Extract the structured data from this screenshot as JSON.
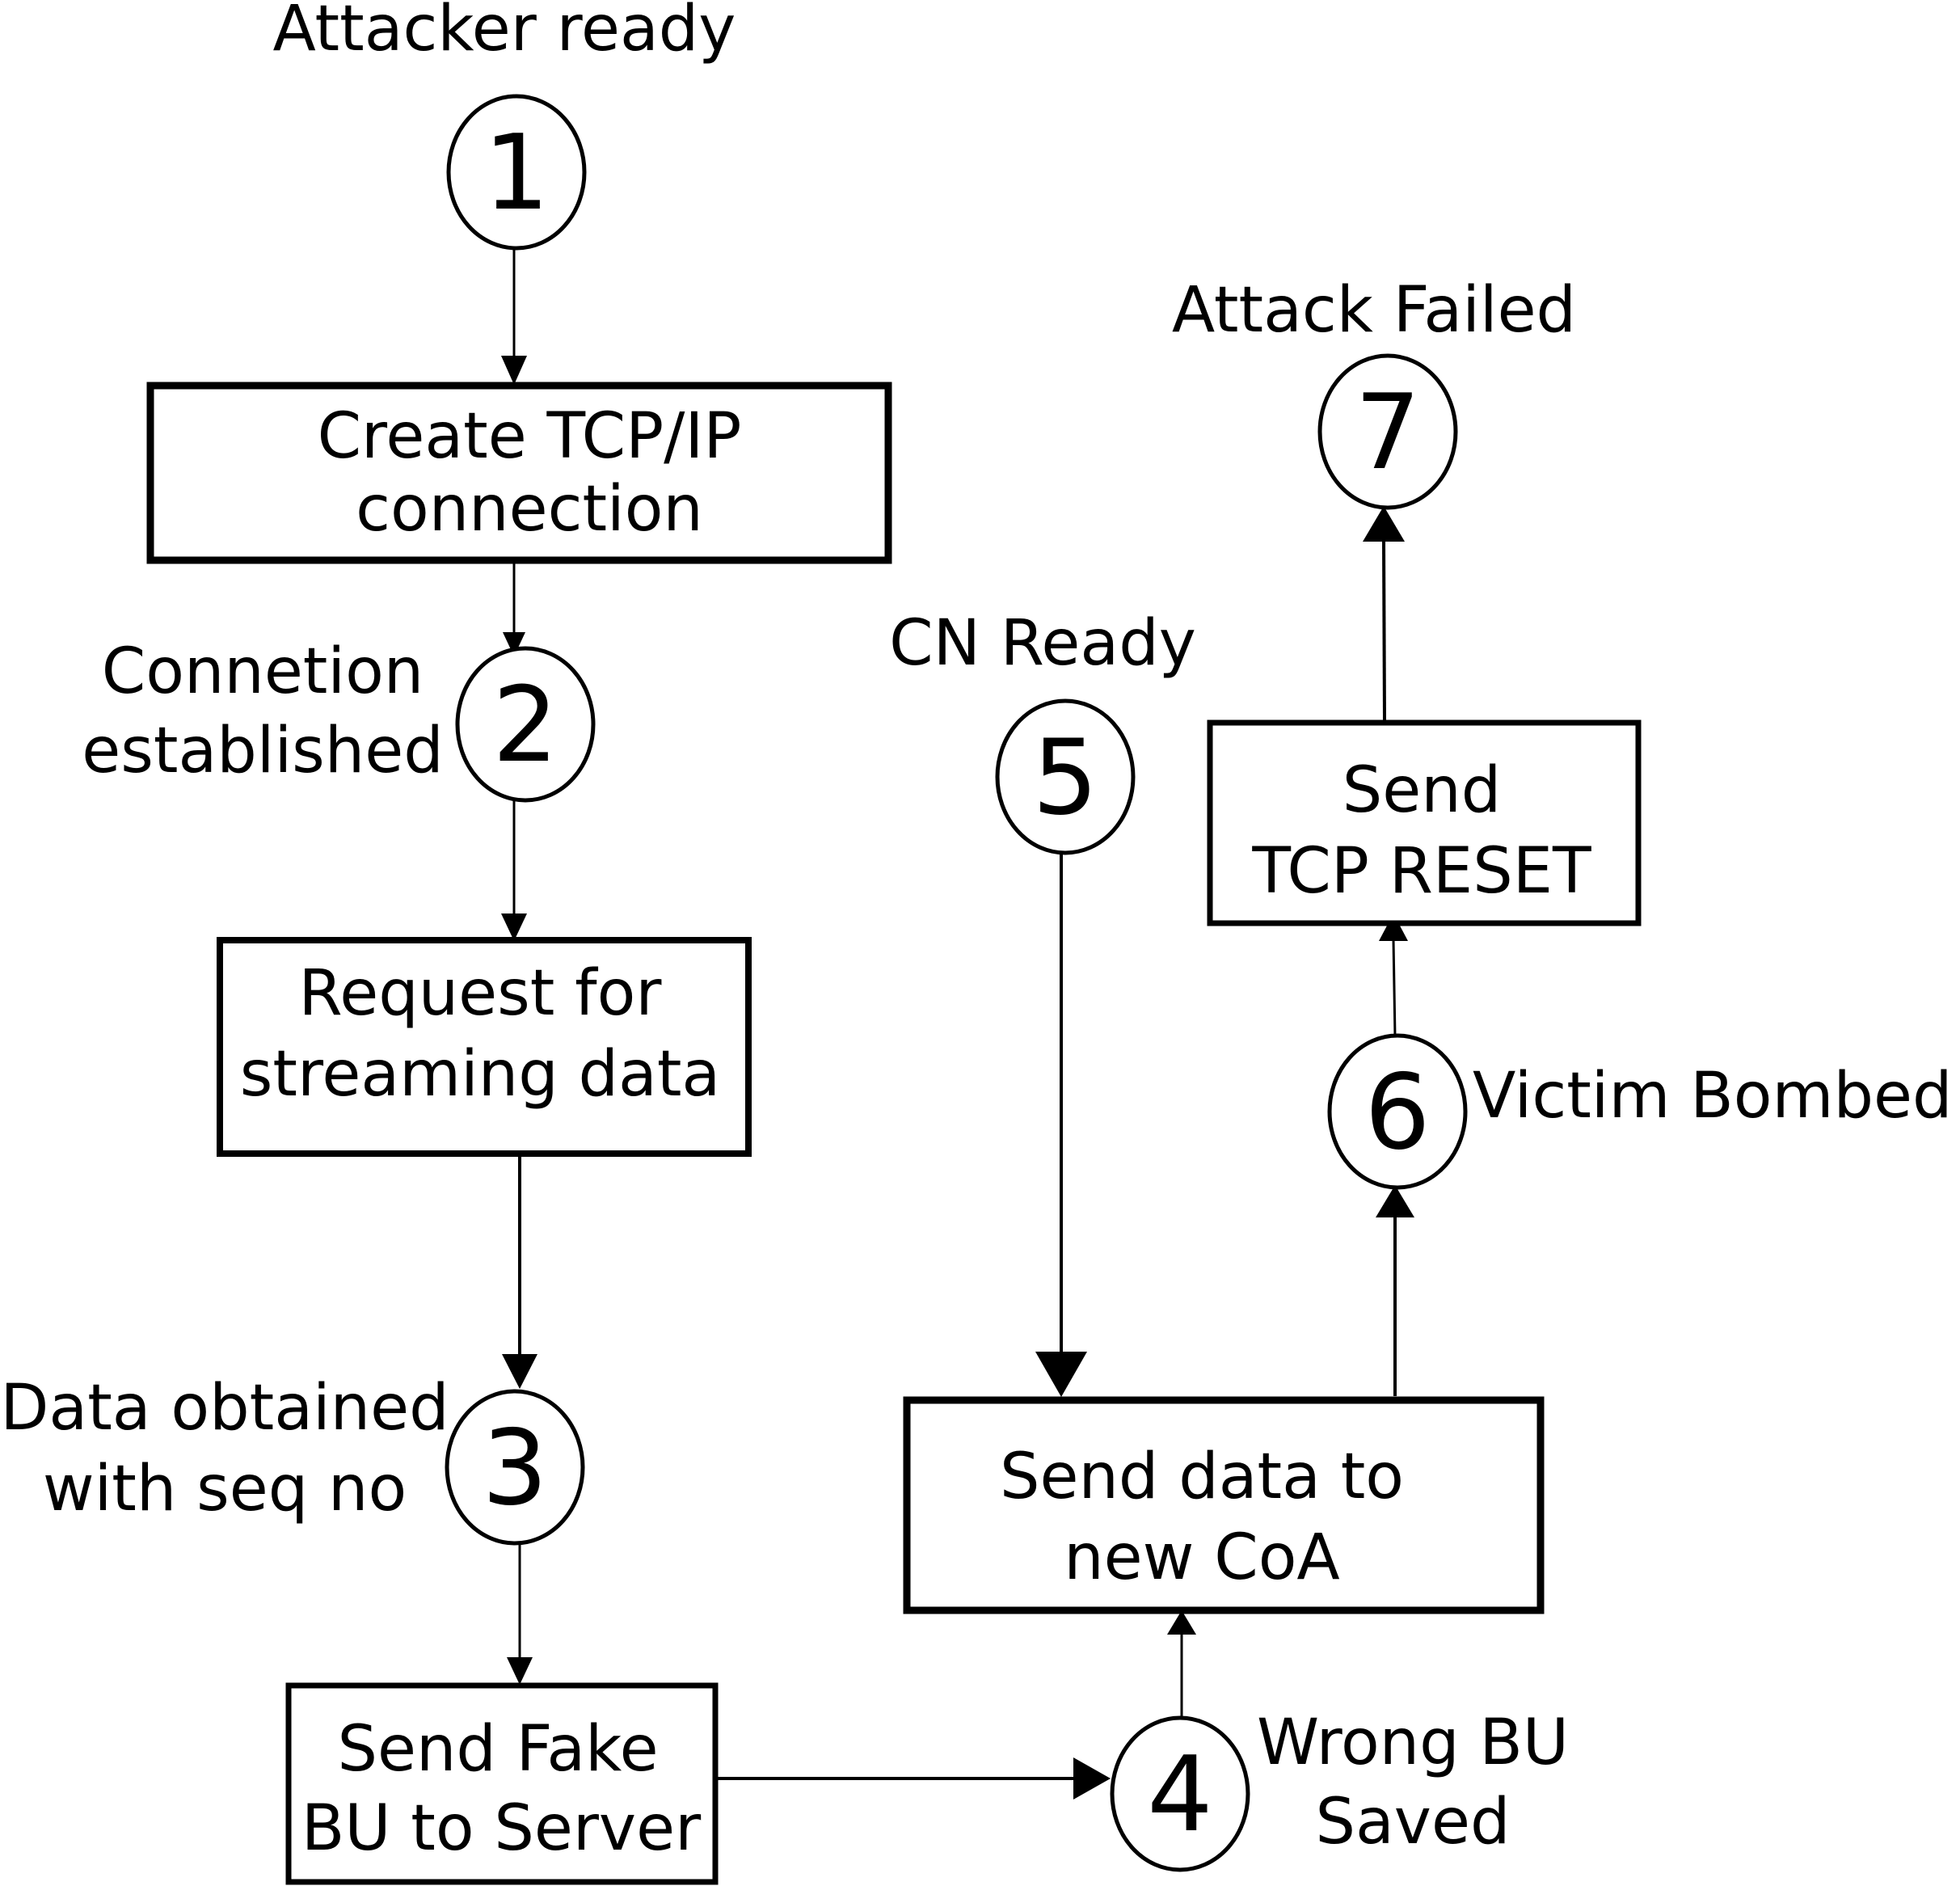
{
  "states": {
    "s1": {
      "num": "1",
      "label": "Attacker ready"
    },
    "s2": {
      "num": "2",
      "label_line1": "Connetion",
      "label_line2": "established"
    },
    "s3": {
      "num": "3",
      "label_line1": "Data obtained",
      "label_line2": "with seq no"
    },
    "s4": {
      "num": "4",
      "label_line1": "Wrong BU",
      "label_line2": "Saved"
    },
    "s5": {
      "num": "5",
      "label": "CN Ready"
    },
    "s6": {
      "num": "6",
      "label": "Victim Bombed"
    },
    "s7": {
      "num": "7",
      "label": "Attack Failed"
    }
  },
  "actions": {
    "create_conn": {
      "line1": "Create TCP/IP",
      "line2": "connection"
    },
    "request_stream": {
      "line1": "Request for",
      "line2": "streaming data"
    },
    "send_fake_bu": {
      "line1": "Send Fake",
      "line2": "BU to Server"
    },
    "send_data_coa": {
      "line1": "Send data to",
      "line2": "new CoA"
    },
    "send_reset": {
      "line1": "Send",
      "line2": "TCP RESET"
    }
  }
}
